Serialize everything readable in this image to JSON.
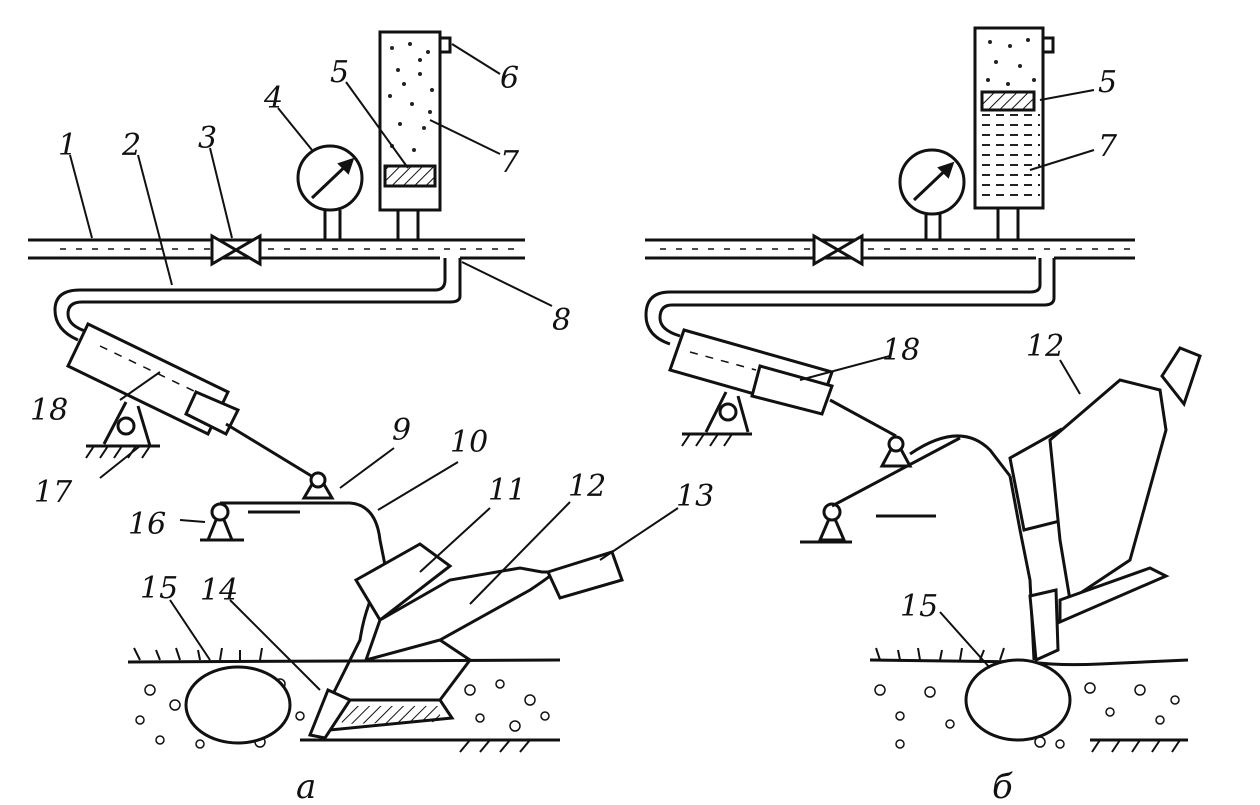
{
  "diagram": {
    "subfigures": [
      {
        "id": "a",
        "caption": "а",
        "labels": [
          "1",
          "2",
          "3",
          "4",
          "5",
          "6",
          "7",
          "8",
          "9",
          "10",
          "11",
          "12",
          "13",
          "14",
          "15",
          "16",
          "17",
          "18"
        ]
      },
      {
        "id": "b",
        "caption": "б",
        "labels": [
          "5",
          "7",
          "12",
          "15",
          "18"
        ]
      }
    ]
  },
  "colors": {
    "line": "#111111",
    "background": "#ffffff",
    "soil_dots": "#222222"
  }
}
